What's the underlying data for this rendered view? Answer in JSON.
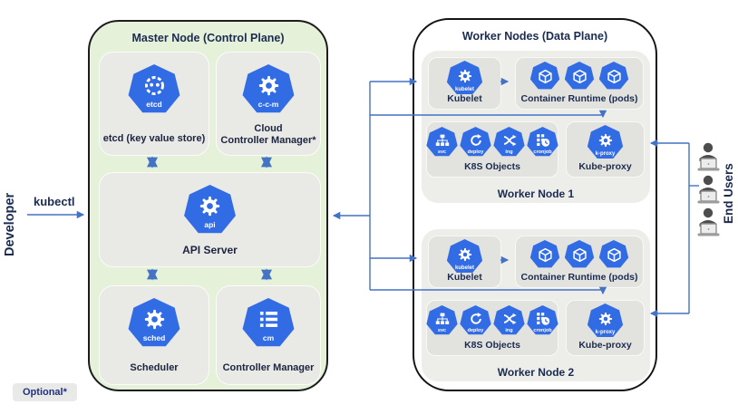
{
  "colors": {
    "k8s_blue": "#326ce5",
    "arrow_blue": "#4472c4",
    "master_bg": "#e6f1da",
    "box_gray": "#e9e9e6",
    "worker_container_gray": "#ededea",
    "text_navy": "#1b2b50"
  },
  "left": {
    "developer_label": "Developer",
    "kubectl_label": "kubectl"
  },
  "master": {
    "title": "Master Node (Control Plane)",
    "etcd": {
      "icon_label": "etcd",
      "caption": "etcd (key value store)"
    },
    "ccm": {
      "icon_label": "c-c-m",
      "caption": "Cloud\nController Manager*"
    },
    "api": {
      "icon_label": "api",
      "caption": "API Server"
    },
    "scheduler": {
      "icon_label": "sched",
      "caption": "Scheduler"
    },
    "controller_manager": {
      "icon_label": "cm",
      "caption": "Controller Manager"
    }
  },
  "workers": {
    "title": "Worker Nodes (Data Plane)",
    "kubelet": {
      "icon_label": "kubelet",
      "caption": "Kubelet"
    },
    "runtime": {
      "caption": "Container Runtime  (pods)"
    },
    "objects": {
      "caption": "K8S Objects",
      "icon_labels": [
        "svc",
        "deploy",
        "ing",
        "cronjob"
      ]
    },
    "proxy": {
      "icon_label": "k-proxy",
      "caption": "Kube-proxy"
    },
    "node_names": [
      "Worker Node 1",
      "Worker Node 2"
    ]
  },
  "right": {
    "end_users_label": "End Users"
  },
  "legend": {
    "optional_label": "Optional*"
  }
}
